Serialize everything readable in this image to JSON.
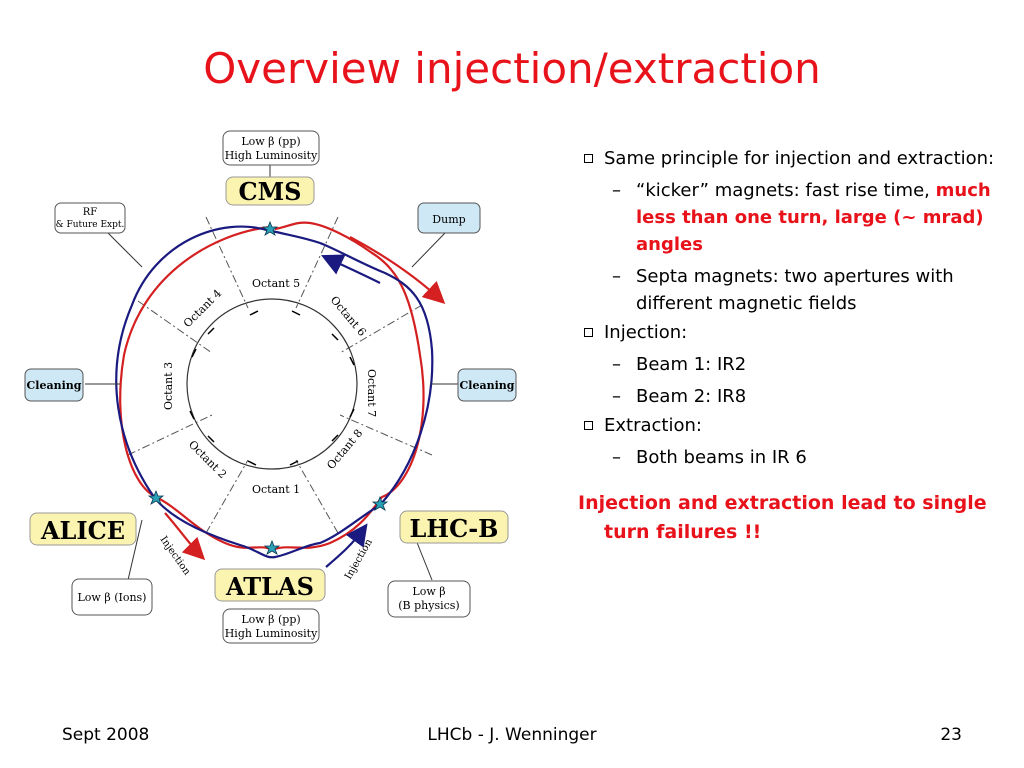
{
  "slide": {
    "title": "Overview injection/extraction"
  },
  "diagram": {
    "labels": {
      "top_box_line1": "Low β (pp)",
      "top_box_line2": "High Luminosity",
      "cms": "CMS",
      "rf_line1": "RF",
      "rf_line2": "& Future Expt.",
      "dump": "Dump",
      "cleaning_left": "Cleaning",
      "cleaning_right": "Cleaning",
      "alice": "ALICE",
      "lhcb": "LHC-B",
      "atlas": "ATLAS",
      "low_beta_ions": "Low β (Ions)",
      "low_beta_b_line1": "Low β",
      "low_beta_b_line2": "(B physics)",
      "bottom_box_line1": "Low β (pp)",
      "bottom_box_line2": "High Luminosity",
      "injection_left": "Injection",
      "injection_right": "Injection",
      "octant1": "Octant 1",
      "octant2": "Octant 2",
      "octant3": "Octant 3",
      "octant4": "Octant 4",
      "octant5": "Octant 5",
      "octant6": "Octant 6",
      "octant7": "Octant 7",
      "octant8": "Octant 8"
    },
    "colors": {
      "beam1": "#d42020",
      "beam2": "#1a1a80",
      "box_fill": "#cfe8f5",
      "yellow_fill": "#fbf3b0"
    }
  },
  "bullets": {
    "b1": "Same principle for injection and extraction:",
    "b1_sub1_part1": "“kicker” magnets: fast rise time, ",
    "b1_sub1_part2": "much less than one turn, large (~ mrad) angles",
    "b1_sub2": "Septa magnets: two apertures with different magnetic fields",
    "b2": "Injection:",
    "b2_sub1": "Beam 1: IR2",
    "b2_sub2": "Beam 2: IR8",
    "b3": "Extraction:",
    "b3_sub1": "Both beams in IR 6",
    "conclusion": "Injection and extraction lead to single turn failures !!"
  },
  "footer": {
    "left": "Sept 2008",
    "center": "LHCb - J. Wenninger",
    "right": "23"
  }
}
